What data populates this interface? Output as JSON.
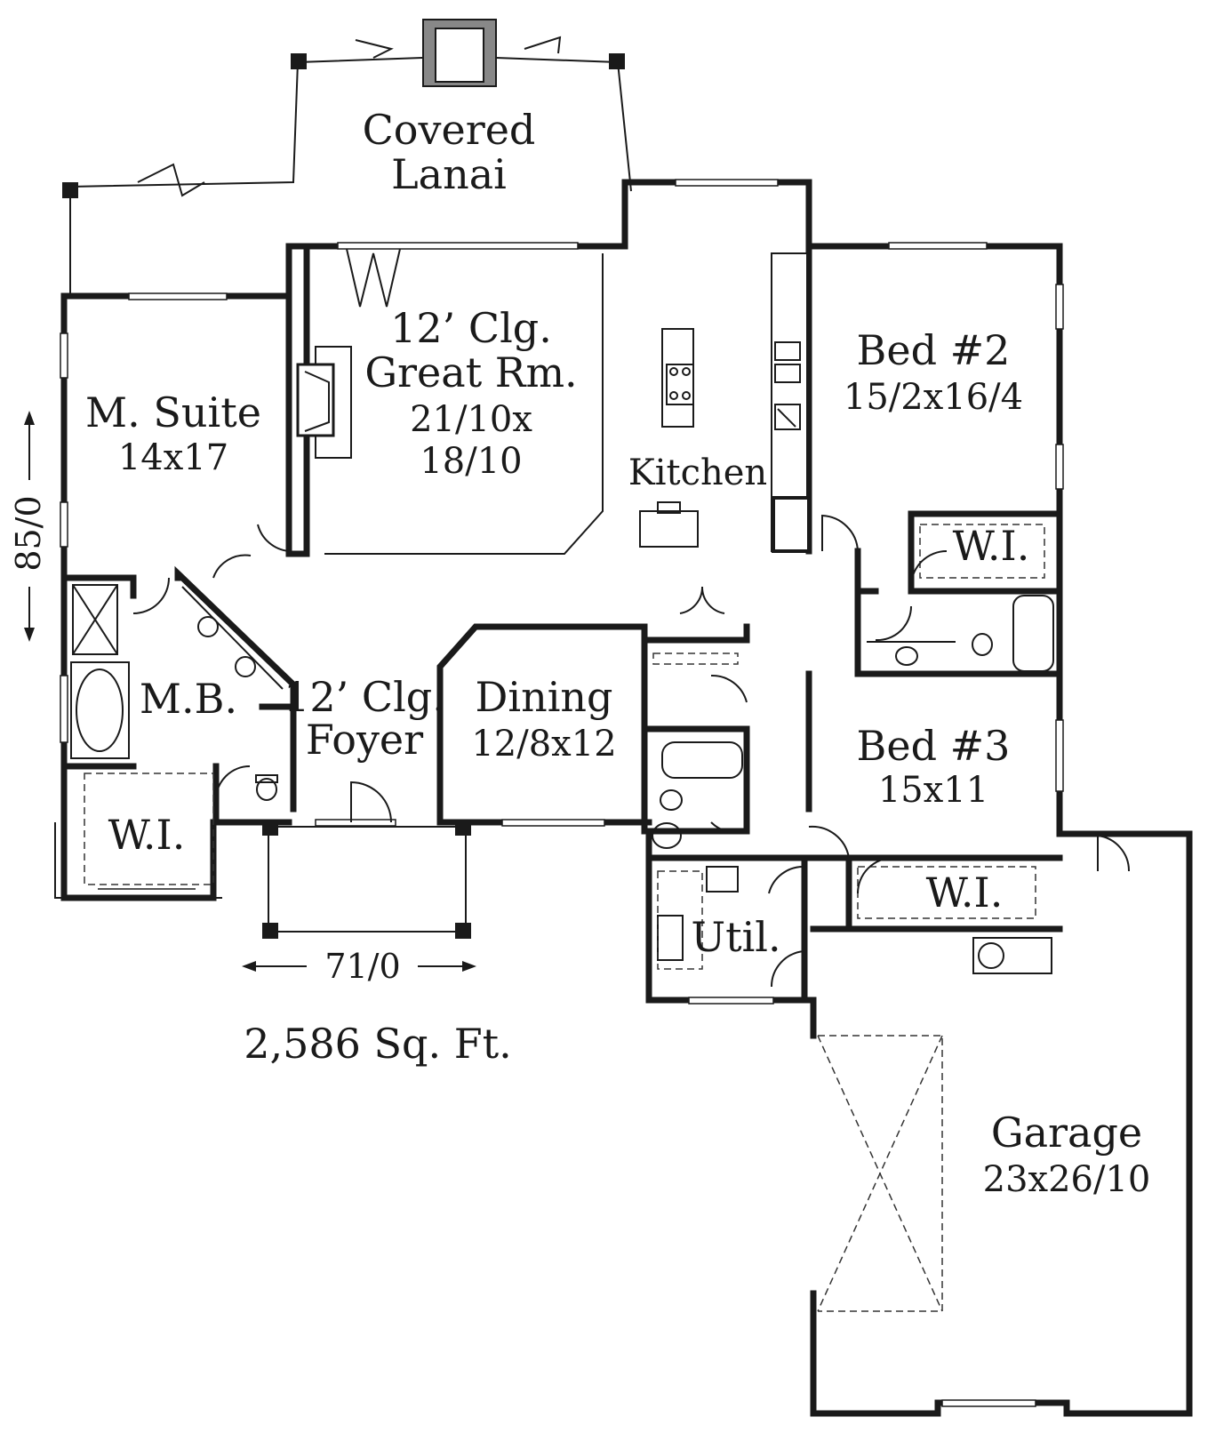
{
  "plan": {
    "rooms": {
      "lanai": {
        "line1": "Covered",
        "line2": "Lanai"
      },
      "great_room": {
        "line1": "12’ Clg.",
        "line2": "Great Rm.",
        "line3": "21/10x",
        "line4": "18/10"
      },
      "kitchen": {
        "name": "Kitchen"
      },
      "bed2": {
        "name": "Bed #2",
        "size": "15/2x16/4"
      },
      "m_suite": {
        "name": "M. Suite",
        "size": "14x17"
      },
      "mb": {
        "name": "M.B."
      },
      "foyer": {
        "line1": "12’ Clg.",
        "line2": "Foyer"
      },
      "dining": {
        "name": "Dining",
        "size": "12/8x12"
      },
      "bed3": {
        "name": "Bed #3",
        "size": "15x11"
      },
      "wi_master": {
        "name": "W.I."
      },
      "wi_bed2": {
        "name": "W.I."
      },
      "wi_bed3": {
        "name": "W.I."
      },
      "util": {
        "name": "Util."
      },
      "garage": {
        "name": "Garage",
        "size": "23x26/10"
      }
    },
    "dimensions": {
      "depth": "85/0",
      "width": "71/0"
    },
    "total_area": "2,586 Sq. Ft."
  }
}
